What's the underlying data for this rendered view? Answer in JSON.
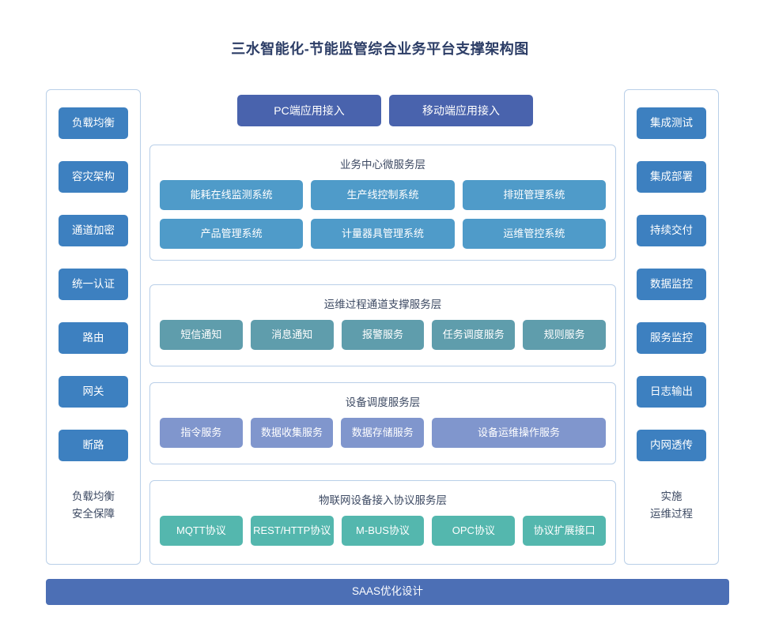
{
  "title": "三水智能化-节能监管综合业务平台支撑架构图",
  "colors": {
    "title_text": "#2c3d66",
    "side_button": "#3d80c0",
    "access_button": "#4963ad",
    "business_layer_item": "#4f9bc9",
    "ops_layer_item": "#5f9dac",
    "device_layer_item": "#8096cd",
    "iot_layer_item": "#54b7ae",
    "bottom_bar": "#4c6fb5",
    "panel_border": "#b9cfe8",
    "page_background": "#ffffff"
  },
  "access": {
    "buttons": [
      {
        "label": "PC端应用接入"
      },
      {
        "label": "移动端应用接入"
      }
    ]
  },
  "left_column": {
    "items": [
      {
        "label": "负载均衡"
      },
      {
        "label": "容灾架构"
      },
      {
        "label": "通道加密"
      },
      {
        "label": "统一认证"
      },
      {
        "label": "路由"
      },
      {
        "label": "网关"
      },
      {
        "label": "断路"
      }
    ],
    "footer_line1": "负载均衡",
    "footer_line2": "安全保障"
  },
  "right_column": {
    "items": [
      {
        "label": "集成测试"
      },
      {
        "label": "集成部署"
      },
      {
        "label": "持续交付"
      },
      {
        "label": "数据监控"
      },
      {
        "label": "服务监控"
      },
      {
        "label": "日志输出"
      },
      {
        "label": "内网透传"
      }
    ],
    "footer_line1": "实施",
    "footer_line2": "运维过程"
  },
  "layers": [
    {
      "id": "business",
      "title": "业务中心微服务层",
      "rows": [
        [
          {
            "label": "能耗在线监测系统"
          },
          {
            "label": "生产线控制系统"
          },
          {
            "label": "排班管理系统"
          }
        ],
        [
          {
            "label": "产品管理系统"
          },
          {
            "label": "计量器具管理系统"
          },
          {
            "label": "运维管控系统"
          }
        ]
      ]
    },
    {
      "id": "ops",
      "title": "运维过程通道支撑服务层",
      "rows": [
        [
          {
            "label": "短信通知"
          },
          {
            "label": "消息通知"
          },
          {
            "label": "报警服务"
          },
          {
            "label": "任务调度服务"
          },
          {
            "label": "规则服务"
          }
        ]
      ]
    },
    {
      "id": "device",
      "title": "设备调度服务层",
      "rows": [
        [
          {
            "label": "指令服务"
          },
          {
            "label": "数据收集服务"
          },
          {
            "label": "数据存储服务"
          },
          {
            "label": "设备运维操作服务"
          }
        ]
      ]
    },
    {
      "id": "iot",
      "title": "物联网设备接入协议服务层",
      "rows": [
        [
          {
            "label": "MQTT协议"
          },
          {
            "label": "REST/HTTP协议"
          },
          {
            "label": "M-BUS协议"
          },
          {
            "label": "OPC协议"
          },
          {
            "label": "协议扩展接口"
          }
        ]
      ]
    }
  ],
  "bottom_bar": {
    "label": "SAAS优化设计"
  }
}
